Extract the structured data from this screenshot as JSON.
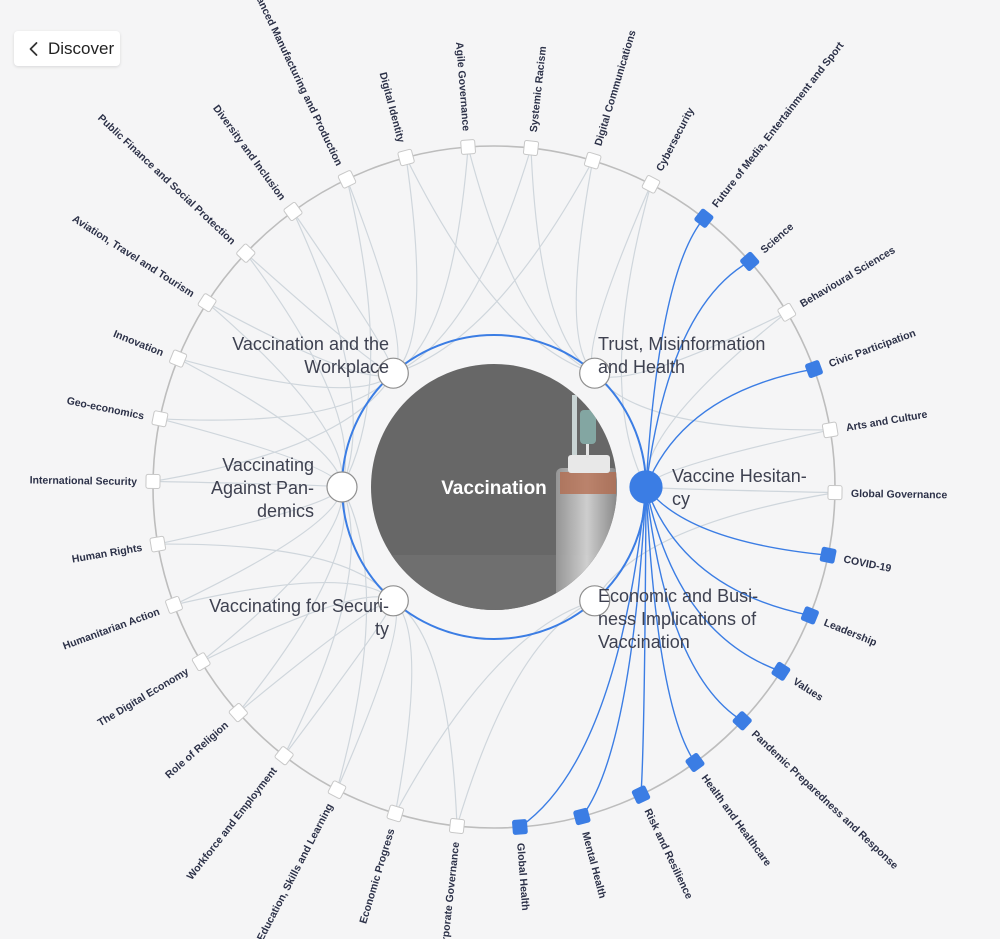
{
  "nav": {
    "back_label": "Discover"
  },
  "center": {
    "title": "Vaccination"
  },
  "colors": {
    "accent": "#3b7de4",
    "link": "#cfd6dc",
    "ring": "#b9b9b9",
    "center_fill": "#676767",
    "page_bg": "#f5f5f6"
  },
  "primary_topics": [
    {
      "label": "Vaccination and the Workplace",
      "active": false
    },
    {
      "label": "Trust, Misinformation and Health",
      "active": false
    },
    {
      "label": "Vaccine Hesitancy",
      "active": true
    },
    {
      "label": "Economic and Business Implications of Vaccination",
      "active": false
    },
    {
      "label": "Vaccinating for Security",
      "active": false
    },
    {
      "label": "Vaccinating Against Pandemics",
      "active": false
    }
  ],
  "topics": [
    {
      "label": "Future of Media, Entertainment and Sport",
      "active": true
    },
    {
      "label": "Science",
      "active": true
    },
    {
      "label": "Behavioural Sciences",
      "active": false
    },
    {
      "label": "Civic Participation",
      "active": true
    },
    {
      "label": "Arts and Culture",
      "active": false
    },
    {
      "label": "Global Governance",
      "active": false
    },
    {
      "label": "COVID-19",
      "active": true
    },
    {
      "label": "Leadership",
      "active": true
    },
    {
      "label": "Values",
      "active": true
    },
    {
      "label": "Pandemic Preparedness and Response",
      "active": true
    },
    {
      "label": "Health and Healthcare",
      "active": true
    },
    {
      "label": "Risk and Resilience",
      "active": true
    },
    {
      "label": "Mental Health",
      "active": true
    },
    {
      "label": "Global Health",
      "active": true
    },
    {
      "label": "Corporate Governance",
      "active": false
    },
    {
      "label": "Economic Progress",
      "active": false
    },
    {
      "label": "Education, Skills and Learning",
      "active": false
    },
    {
      "label": "Workforce and Employment",
      "active": false
    },
    {
      "label": "Role of Religion",
      "active": false
    },
    {
      "label": "The Digital Economy",
      "active": false
    },
    {
      "label": "Humanitarian Action",
      "active": false
    },
    {
      "label": "Human Rights",
      "active": false
    },
    {
      "label": "International Security",
      "active": false
    },
    {
      "label": "Geo-economics",
      "active": false
    },
    {
      "label": "Innovation",
      "active": false
    },
    {
      "label": "Aviation, Travel and Tourism",
      "active": false
    },
    {
      "label": "Public Finance and Social Protection",
      "active": false
    },
    {
      "label": "Diversity and Inclusion",
      "active": false
    },
    {
      "label": "Advanced Manufacturing and Production",
      "active": false
    },
    {
      "label": "Digital Identity",
      "active": false
    },
    {
      "label": "Agile Governance",
      "active": false
    },
    {
      "label": "Systemic Racism",
      "active": false
    },
    {
      "label": "Digital Communications",
      "active": false
    },
    {
      "label": "Cybersecurity",
      "active": false
    }
  ]
}
